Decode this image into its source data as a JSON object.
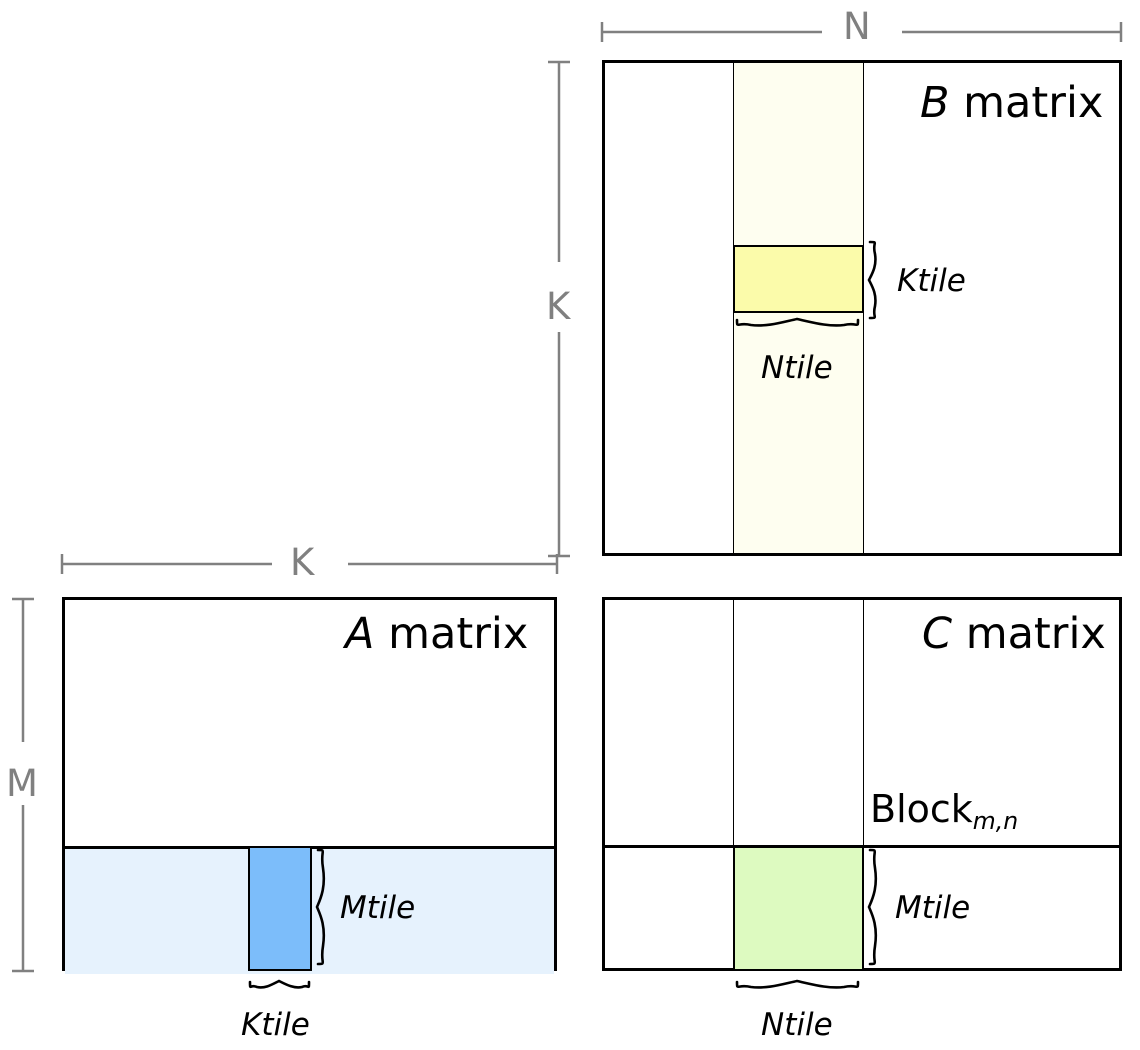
{
  "diagram": {
    "title": "Tiled matrix multiplication blocking diagram",
    "colors": {
      "outline": "#000000",
      "dimension_marker": "#808080",
      "a_row_strip": "#e6f2fd",
      "a_tile": "#7cbdfa",
      "b_column_strip": "#fefef0",
      "b_tile": "#fbfbaa",
      "c_tile": "#ddfac0",
      "background": "#ffffff"
    }
  },
  "matrices": {
    "a": {
      "label_italic": "A",
      "label_rest": " matrix",
      "tile_label": "Ktile",
      "row_label": "Mtile"
    },
    "b": {
      "label_italic": "B",
      "label_rest": " matrix",
      "tile_label": "Ktile",
      "column_label": "Ntile"
    },
    "c": {
      "label_italic": "C",
      "label_rest": " matrix",
      "block_label": "Block",
      "block_subscript": "m,n",
      "tile_label": "Mtile",
      "column_label": "Ntile"
    }
  },
  "dimensions": {
    "n": "N",
    "k_vertical": "K",
    "k_horizontal": "K",
    "m": "M"
  }
}
